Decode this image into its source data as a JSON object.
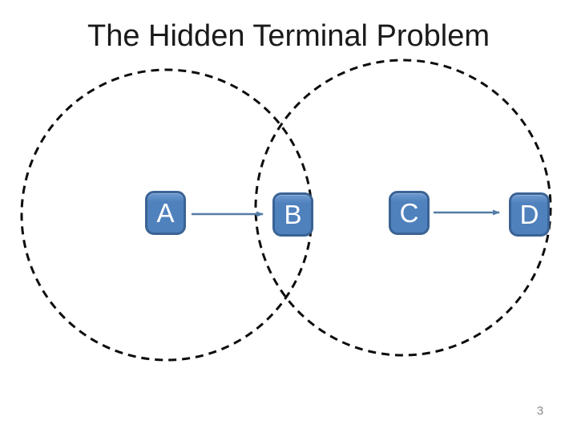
{
  "slide": {
    "title": "The Hidden Terminal Problem",
    "page_number": "3"
  },
  "nodes": [
    {
      "id": "A",
      "label": "A"
    },
    {
      "id": "B",
      "label": "B"
    },
    {
      "id": "C",
      "label": "C"
    },
    {
      "id": "D",
      "label": "D"
    }
  ],
  "arrows": [
    {
      "from": "A",
      "to": "B"
    },
    {
      "from": "C",
      "to": "D"
    }
  ],
  "colors": {
    "node_fill": "#4f81bd",
    "node_border": "#3a6394",
    "node_text": "#ffffff",
    "arrow_color": "#537ca5",
    "circle_stroke": "#0d0d0d",
    "title_text": "#1a1a1a",
    "page_number": "#8a8a8a",
    "background": "#ffffff"
  }
}
